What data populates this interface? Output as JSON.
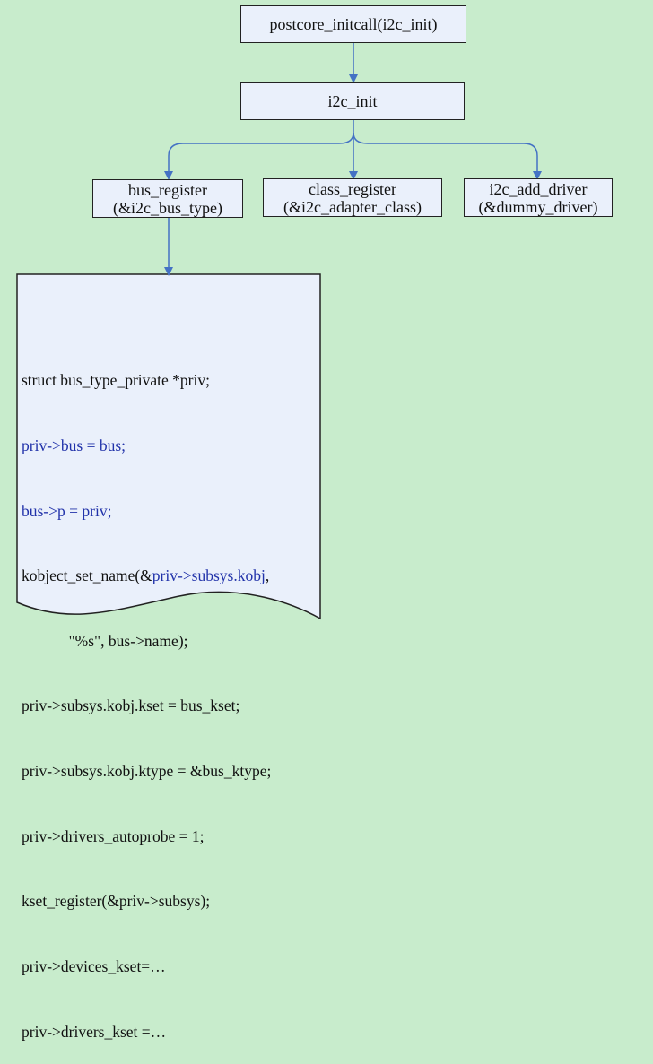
{
  "colors": {
    "background": "#c8eccc",
    "box_fill": "#eaf0fb",
    "box_border": "#222222",
    "arrow": "#4472c4",
    "highlight_text": "#2233aa"
  },
  "nodes": {
    "postcore": {
      "label": "postcore_initcall(i2c_init)"
    },
    "i2c_init": {
      "label": "i2c_init"
    },
    "bus_register": {
      "line1": "bus_register",
      "line2": "(&i2c_bus_type)"
    },
    "class_register": {
      "line1": "class_register",
      "line2": "(&i2c_adapter_class)"
    },
    "i2c_add_driver": {
      "line1": "i2c_add_driver",
      "line2": "(&dummy_driver)"
    }
  },
  "code": {
    "line1": "struct bus_type_private *priv;",
    "line2": "priv->bus = bus;",
    "line3": "bus->p = priv;",
    "line4_pre": "kobject_set_name(&",
    "line4_link": "priv->subsys.kobj",
    "line4_post": ",",
    "line5": "            \"%s\", bus->name);",
    "line6": "priv->subsys.kobj.kset = bus_kset;",
    "line7": "priv->subsys.kobj.ktype = &bus_ktype;",
    "line8": "priv->drivers_autoprobe = 1;",
    "line9": "kset_register(&priv->subsys);",
    "line10": "priv->devices_kset=…",
    "line11": "priv->drivers_kset =…"
  }
}
